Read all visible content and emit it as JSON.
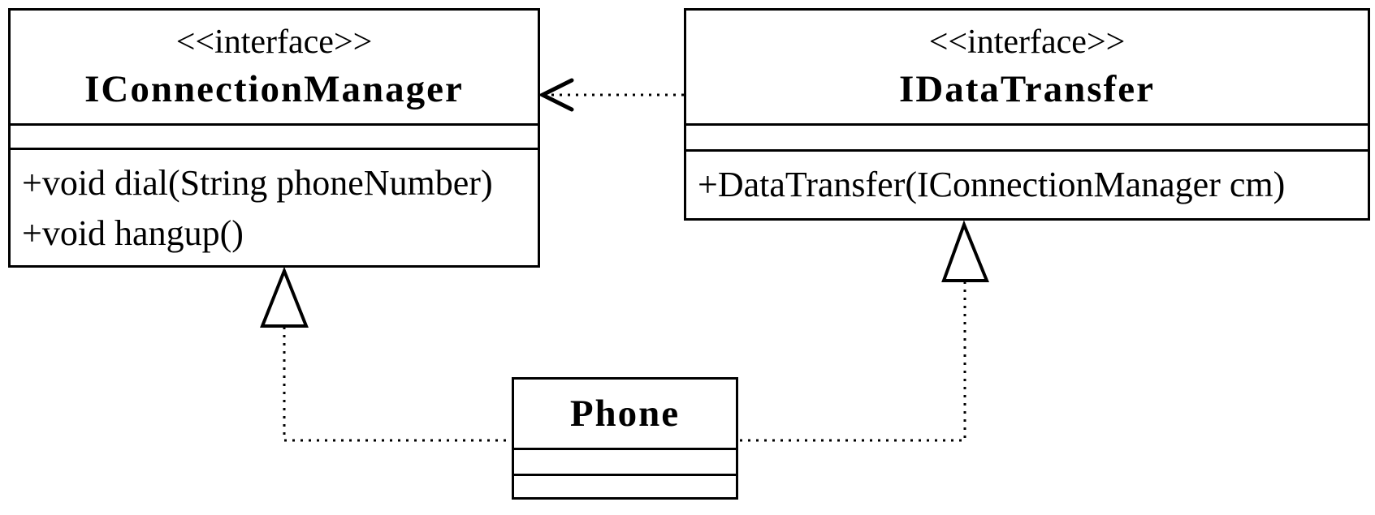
{
  "diagram": {
    "type": "uml-class-diagram",
    "colors": {
      "line": "#000000",
      "background": "#ffffff",
      "text": "#000000"
    },
    "classes": {
      "connection_manager": {
        "stereotype": "<<interface>>",
        "name": "IConnectionManager",
        "attributes": [],
        "methods": [
          "+void dial(String phoneNumber)",
          "+void hangup()"
        ]
      },
      "data_transfer": {
        "stereotype": "<<interface>>",
        "name": "IDataTransfer",
        "attributes": [],
        "methods": [
          "+DataTransfer(IConnectionManager cm)"
        ]
      },
      "phone": {
        "name": "Phone",
        "attributes": [],
        "methods": []
      }
    },
    "relationships": [
      {
        "type": "dependency",
        "from": "IDataTransfer",
        "to": "IConnectionManager",
        "line_style": "dotted",
        "arrowhead": "open"
      },
      {
        "type": "realization",
        "from": "Phone",
        "to": "IConnectionManager",
        "line_style": "dotted",
        "arrowhead": "hollow-triangle"
      },
      {
        "type": "realization",
        "from": "Phone",
        "to": "IDataTransfer",
        "line_style": "dotted",
        "arrowhead": "hollow-triangle"
      }
    ]
  }
}
